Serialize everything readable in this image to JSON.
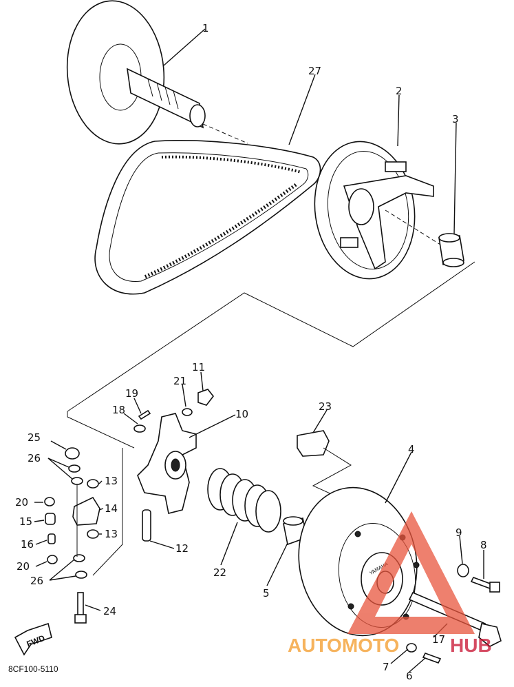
{
  "callouts": {
    "c1": "1",
    "c2": "2",
    "c3": "3",
    "c4": "4",
    "c5": "5",
    "c6": "6",
    "c7": "7",
    "c8": "8",
    "c9": "9",
    "c10": "10",
    "c11": "11",
    "c12": "12",
    "c13a": "13",
    "c13b": "13",
    "c14": "14",
    "c15": "15",
    "c16": "16",
    "c17": "17",
    "c18": "18",
    "c19": "19",
    "c20a": "20",
    "c20b": "20",
    "c21": "21",
    "c22": "22",
    "c23": "23",
    "c24": "24",
    "c25": "25",
    "c26a": "26",
    "c26b": "26",
    "c27": "27"
  },
  "fwd_label": "FWD",
  "diagram_code": "8CF100-5110",
  "hub_label": "YAMAHA",
  "watermark": {
    "part1": "AUTOMOTO",
    "part2": "HUB",
    "color1": "#f39a28",
    "color2": "#c8102e"
  }
}
